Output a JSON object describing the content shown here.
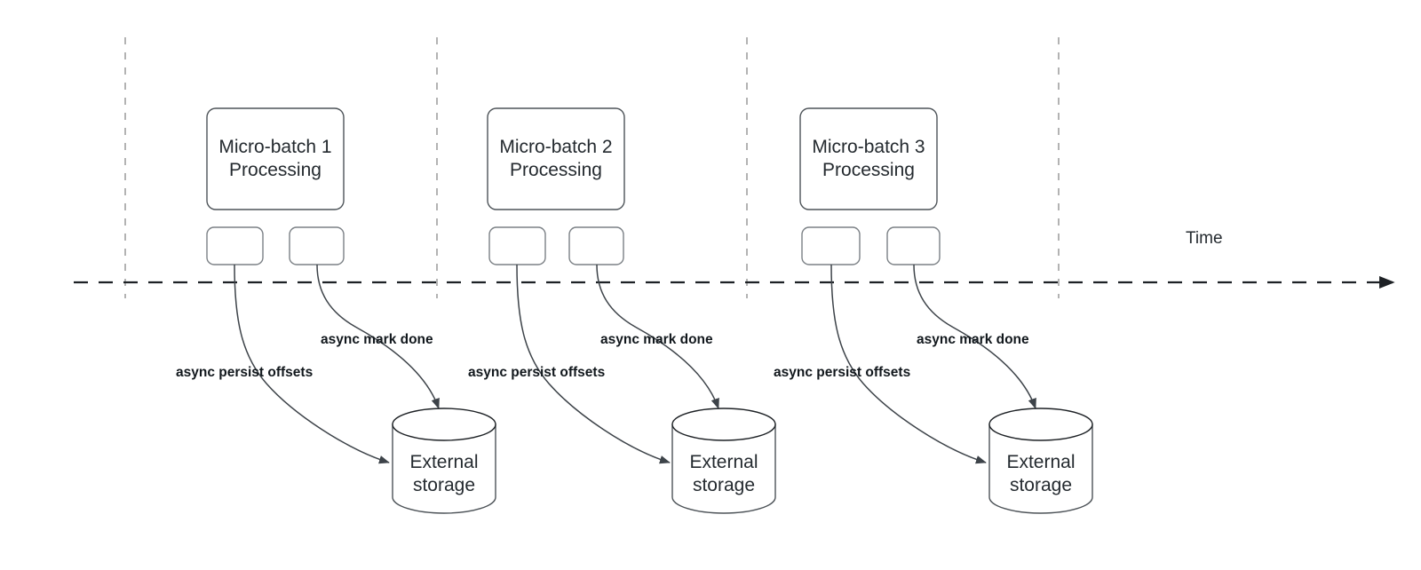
{
  "diagram": {
    "title_visible": false,
    "background": "#ffffff",
    "axis": {
      "label": "Time",
      "line_color": "#1d2125",
      "boundary_color": "#b3b3b3"
    },
    "colors": {
      "node_stroke": "#4d5358",
      "tick_stroke": "#7b8085",
      "flow_stroke": "#3d4349",
      "text": "#242a2f",
      "edge_label_text": "#12181d"
    },
    "batches": [
      {
        "id": "micro-batch-1",
        "title_line1": "Micro-batch 1",
        "title_line2": "Processing",
        "tick_left_label": "",
        "tick_right_label": "",
        "edges": [
          {
            "id": "persist-1",
            "label": "async persist offsets"
          },
          {
            "id": "markdone-1",
            "label": "async mark done"
          }
        ],
        "storage": {
          "id": "external-storage-1",
          "line1": "External",
          "line2": "storage"
        }
      },
      {
        "id": "micro-batch-2",
        "title_line1": "Micro-batch 2",
        "title_line2": "Processing",
        "tick_left_label": "",
        "tick_right_label": "",
        "edges": [
          {
            "id": "persist-2",
            "label": "async persist offsets"
          },
          {
            "id": "markdone-2",
            "label": "async mark done"
          }
        ],
        "storage": {
          "id": "external-storage-2",
          "line1": "External",
          "line2": "storage"
        }
      },
      {
        "id": "micro-batch-3",
        "title_line1": "Micro-batch 3",
        "title_line2": "Processing",
        "tick_left_label": "",
        "tick_right_label": "",
        "edges": [
          {
            "id": "persist-3",
            "label": "async persist offsets"
          },
          {
            "id": "markdone-3",
            "label": "async mark done"
          }
        ],
        "storage": {
          "id": "external-storage-3",
          "line1": "External",
          "line2": "storage"
        }
      }
    ]
  }
}
